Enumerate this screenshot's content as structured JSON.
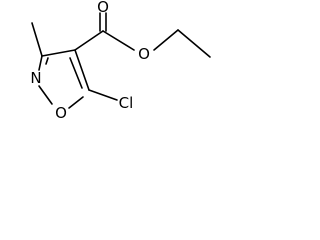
{
  "molecule": {
    "atoms": {
      "ring_nitrogen": "N",
      "ring_oxygen": "O",
      "chlorine": "Cl",
      "carbonyl_oxygen": "O",
      "ester_oxygen": "O"
    }
  }
}
